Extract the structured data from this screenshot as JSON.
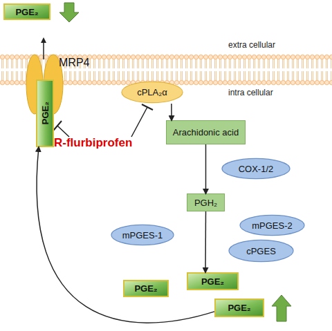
{
  "diagram": {
    "nodes": [
      {
        "text": [
          "PGE₂"
        ]
      },
      {
        "text": [
          "MRP4"
        ]
      },
      {
        "text": [
          "PGE₂"
        ],
        "in": 1
      },
      {
        "text": [
          "cPLA₂α"
        ]
      },
      {
        "text": [
          "Arachidonic acid"
        ]
      },
      {
        "text": [
          "COX-1/2"
        ]
      },
      {
        "text": [
          "PGH₂"
        ]
      },
      {
        "text": [
          "mPGES-1"
        ]
      },
      {
        "text": [
          "mPGES-2"
        ]
      },
      {
        "text": [
          "cPGES"
        ]
      },
      {
        "text": [
          "PGE₂"
        ]
      },
      {
        "text": [
          "PGE₂"
        ]
      },
      {
        "text": [
          "PGE₂"
        ]
      }
    ],
    "edges": [
      {
        "from": 3,
        "to": 4,
        "arrow": "to"
      },
      {
        "from": 4,
        "to": 6,
        "arrow": "to"
      },
      {
        "from": 6,
        "to": 11,
        "arrow": "to"
      },
      {
        "from": 12,
        "to": 2,
        "arrow": "to"
      }
    ],
    "labels": [
      "extra cellular",
      "intra cellular",
      "R-flurbiprofen"
    ]
  }
}
